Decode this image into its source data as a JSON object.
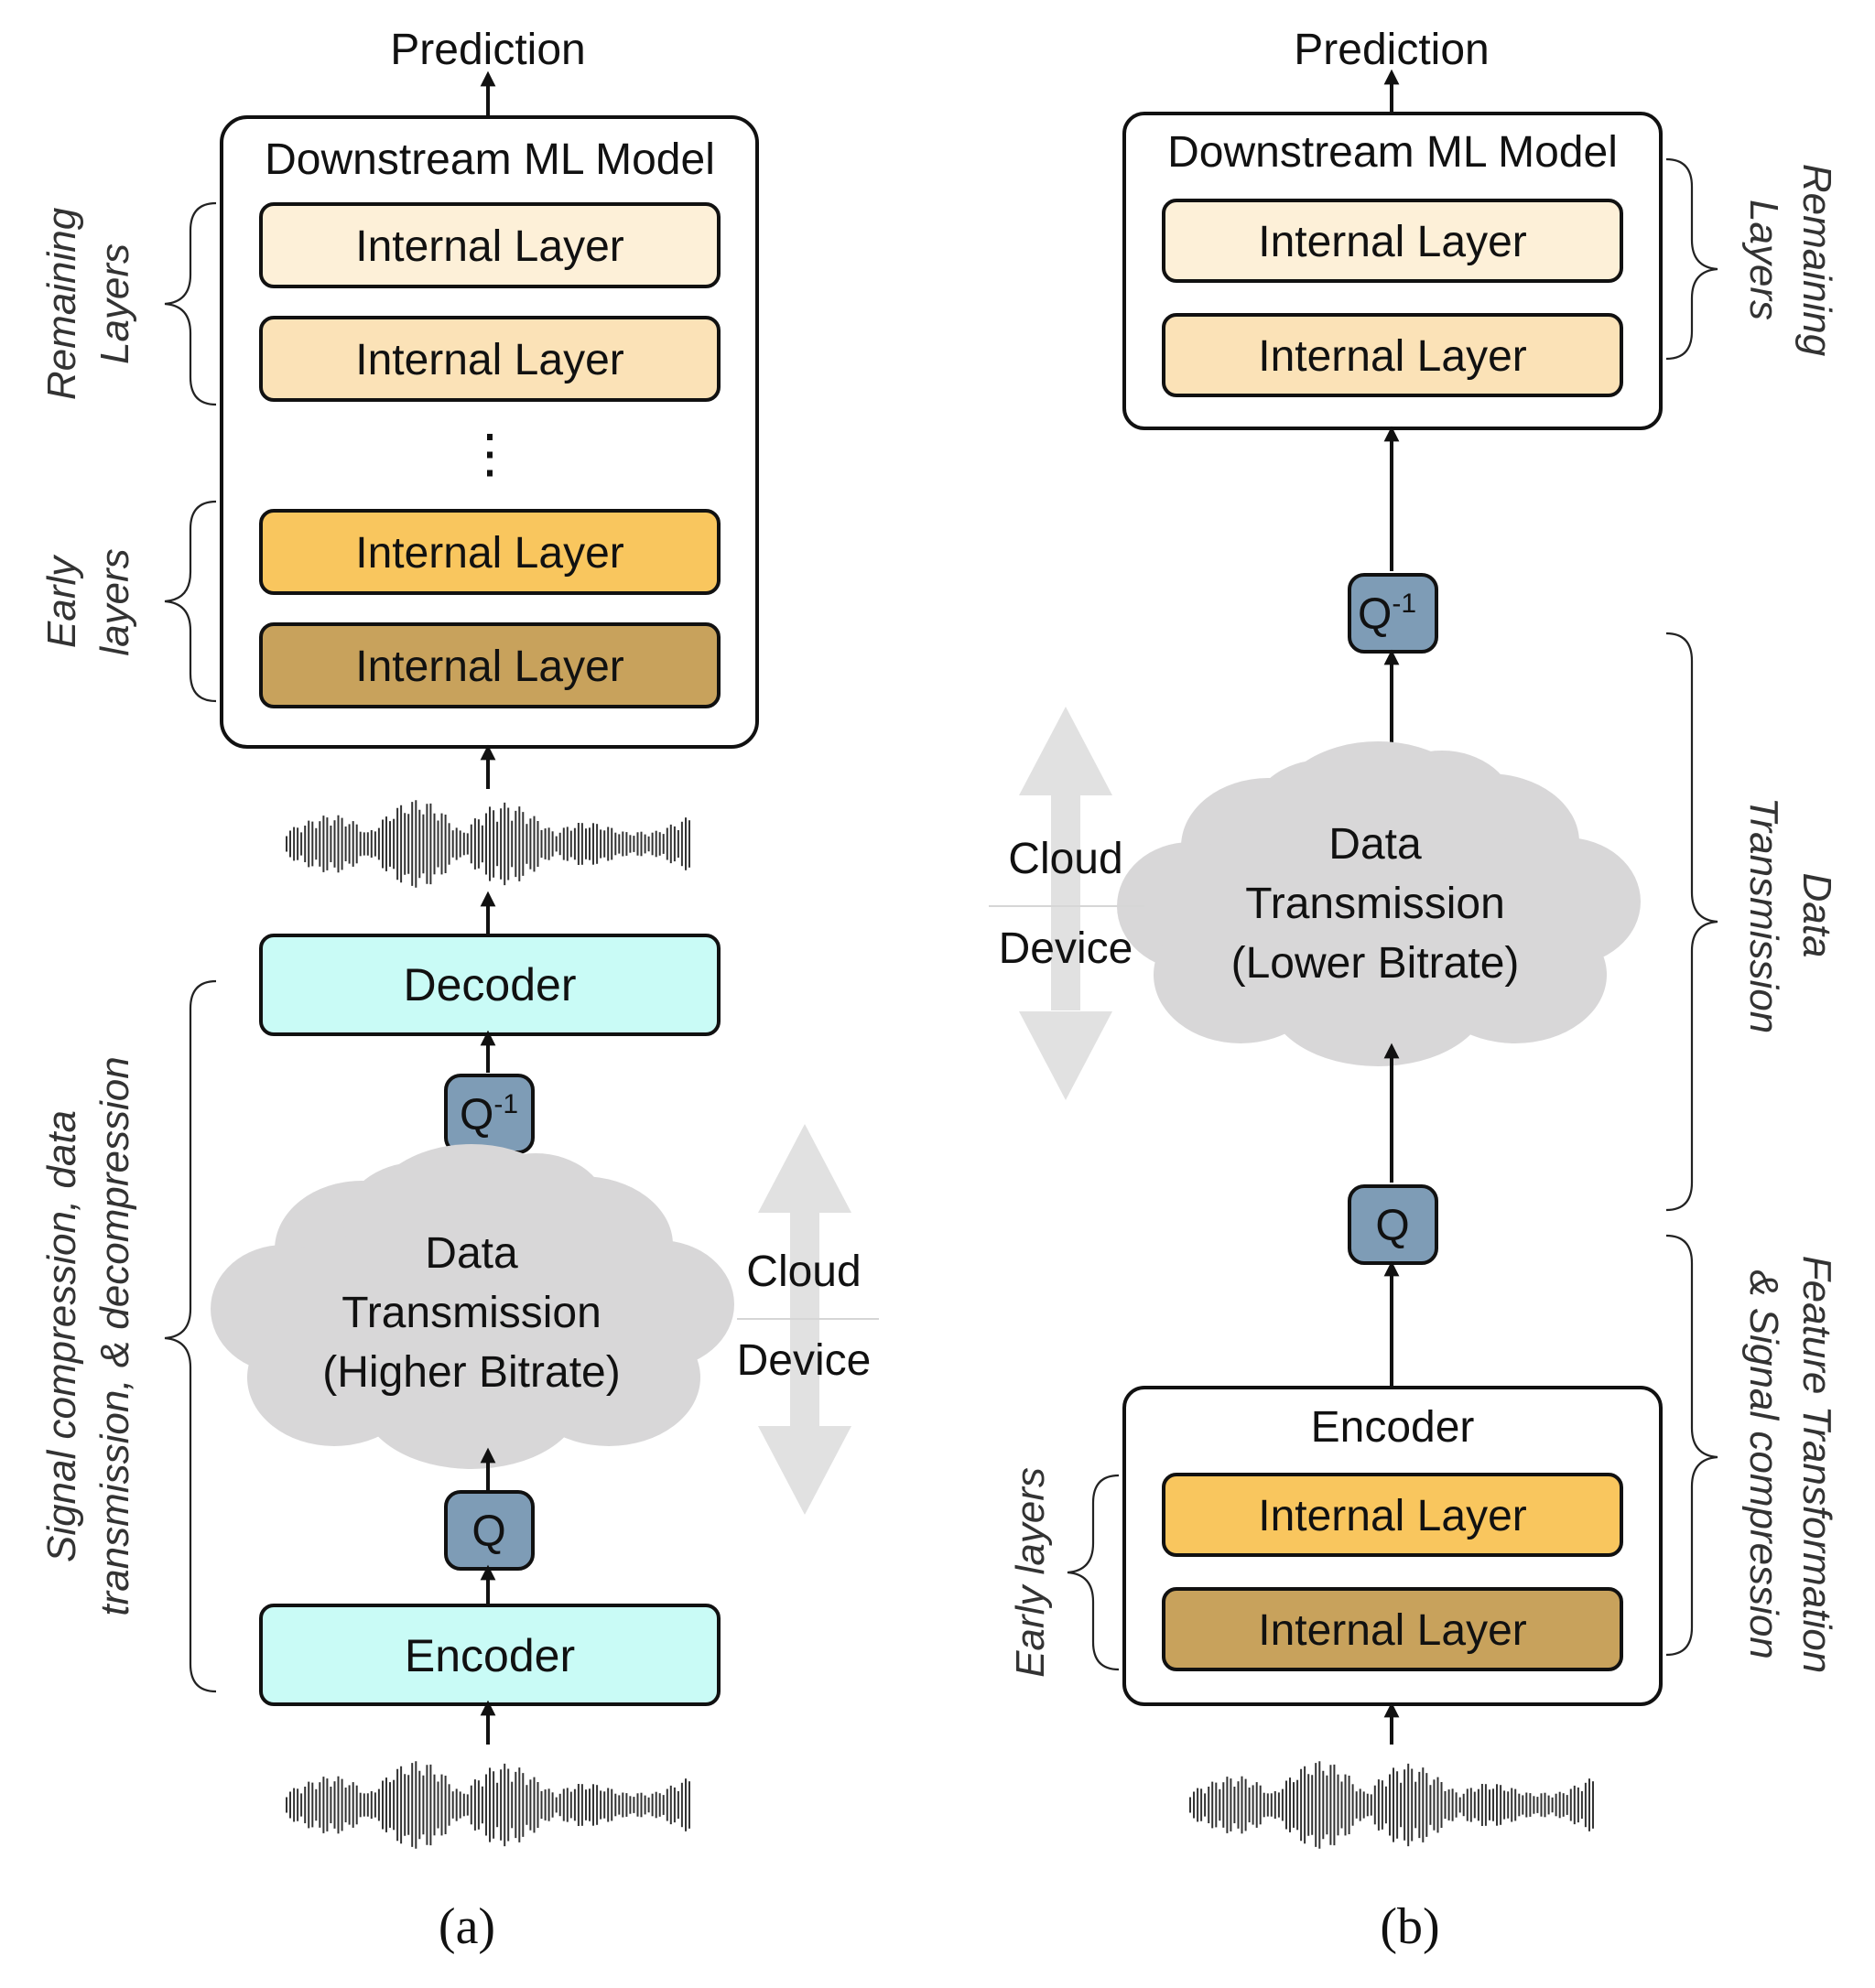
{
  "colors": {
    "layer_light": "#fdf0d8",
    "layer_mid": "#fbe2b7",
    "layer_early": "#f9c65e",
    "layer_dark": "#c8a25c",
    "codec": "#c9fbf6",
    "quant": "#7e9cb6",
    "cloud": "#d8d7d8",
    "big_arrow": "#e1e1e1"
  },
  "icons": {
    "waveform": "waveform-icon",
    "cloud": "cloud-shape",
    "cloud_device_arrow": "double-arrow-icon"
  },
  "panel_a": {
    "caption": "(a)",
    "prediction": "Prediction",
    "model_title": "Downstream ML Model",
    "layers": [
      "Internal Layer",
      "Internal Layer",
      "Internal Layer",
      "Internal Layer"
    ],
    "ellipsis": "⋮",
    "decoder": "Decoder",
    "encoder": "Encoder",
    "q_inverse": "Q",
    "q_inverse_sup": "-1",
    "q": "Q",
    "cloud_lines": [
      "Data",
      "Transmission",
      "(Higher Bitrate)"
    ],
    "cloud_label": "Cloud",
    "device_label": "Device",
    "brace_remaining": [
      "Remaining",
      "Layers"
    ],
    "brace_early": [
      "Early",
      "layers"
    ],
    "brace_signal": [
      "Signal compression, data",
      "transmission, & decompression"
    ]
  },
  "panel_b": {
    "caption": "(b)",
    "prediction": "Prediction",
    "model_title": "Downstream ML Model",
    "layers_top": [
      "Internal Layer",
      "Internal Layer"
    ],
    "q_inverse": "Q",
    "q_inverse_sup": "-1",
    "q": "Q",
    "cloud_lines": [
      "Data",
      "Transmission",
      "(Lower Bitrate)"
    ],
    "cloud_label": "Cloud",
    "device_label": "Device",
    "encoder_title": "Encoder",
    "layers_bottom": [
      "Internal Layer",
      "Internal Layer"
    ],
    "brace_remaining": [
      "Remaining",
      "Layers"
    ],
    "brace_data": [
      "Data",
      "Transmission"
    ],
    "brace_feature": [
      "Feature Transformation",
      "& Signal compression"
    ],
    "brace_early": "Early layers"
  }
}
